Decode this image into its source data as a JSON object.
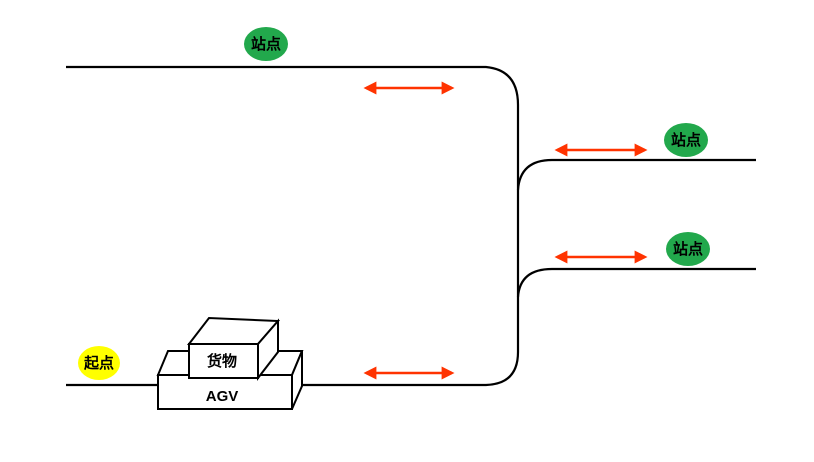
{
  "labels": {
    "station_top": "站点",
    "station_mid": "站点",
    "station_low": "站点",
    "start": "起点",
    "cargo": "货物",
    "agv": "AGV"
  },
  "colors": {
    "track": "#000000",
    "station_badge": "#22a84c",
    "start_badge": "#ffff00",
    "arrow": "#ff3300"
  }
}
